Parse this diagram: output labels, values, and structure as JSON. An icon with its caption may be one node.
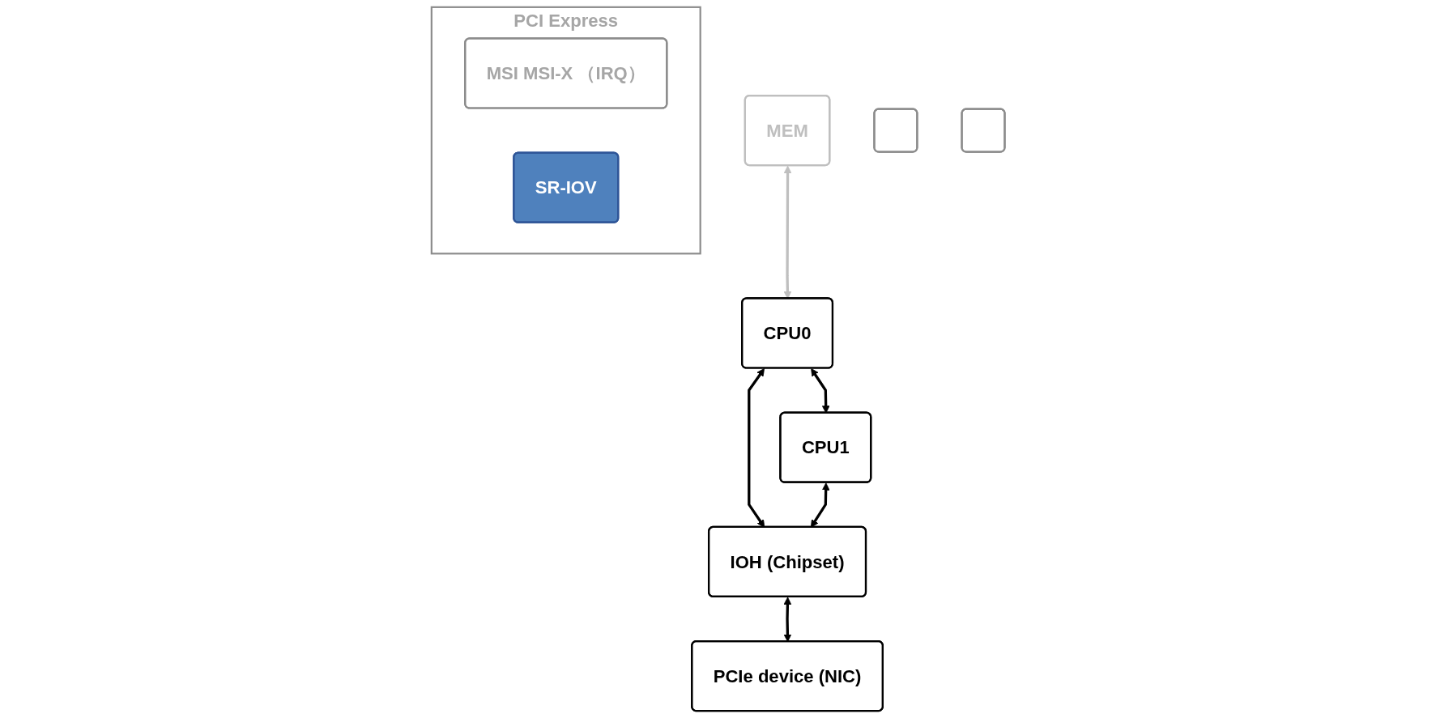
{
  "diagram": {
    "nodes": [
      {
        "text": [
          "MEM"
        ]
      },
      {
        "text": [
          "CPU0"
        ]
      },
      {
        "text": [
          "CPU1"
        ]
      },
      {
        "text": [
          "IOH (Chipset)"
        ]
      },
      {
        "text": [
          "PCIe device (NIC)"
        ]
      },
      {
        "text": [],
        "shape": "box"
      },
      {
        "text": [
          "PCI Express"
        ]
      },
      {
        "text": [
          "MSI MSI-X （IRQ）"
        ],
        "in": 6
      },
      {
        "text": [],
        "shape": "box"
      },
      {
        "text": [
          "SR-IOV"
        ],
        "in": 6
      }
    ],
    "edges": [
      {
        "from": 0,
        "to": 1,
        "arrow": "both",
        "color": "#bfbfbf"
      },
      {
        "from": 1,
        "to": 2,
        "arrow": "both"
      },
      {
        "from": 1,
        "to": 3,
        "arrow": "both"
      },
      {
        "from": 2,
        "to": 3,
        "arrow": "both"
      },
      {
        "from": 3,
        "to": 4,
        "arrow": "both"
      }
    ]
  }
}
